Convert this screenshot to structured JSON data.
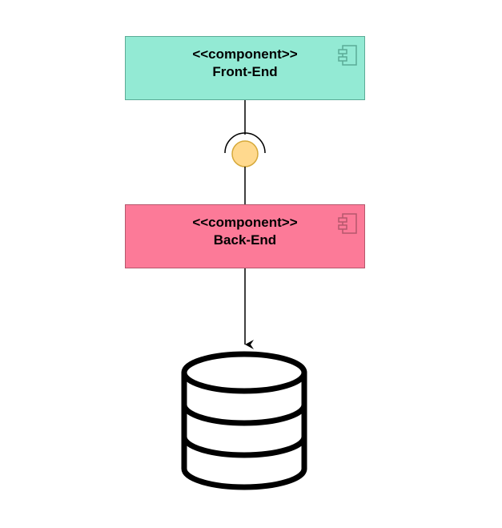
{
  "colors": {
    "frontend_fill": "#93ead4",
    "frontend_border": "#5bab96",
    "backend_fill": "#fc7a98",
    "backend_border": "#b5576c",
    "interface_fill": "#ffd98e",
    "interface_border": "#d6a93a",
    "line": "#000000"
  },
  "components": {
    "frontend": {
      "stereotype": "<<component>>",
      "name": "Front-End",
      "icon": "component-icon"
    },
    "backend": {
      "stereotype": "<<component>>",
      "name": "Back-End",
      "icon": "component-icon"
    }
  },
  "interface": {
    "type": "lollipop-socket",
    "provided_ball": "ball",
    "required_socket": "socket"
  },
  "database": {
    "icon": "database-icon"
  }
}
